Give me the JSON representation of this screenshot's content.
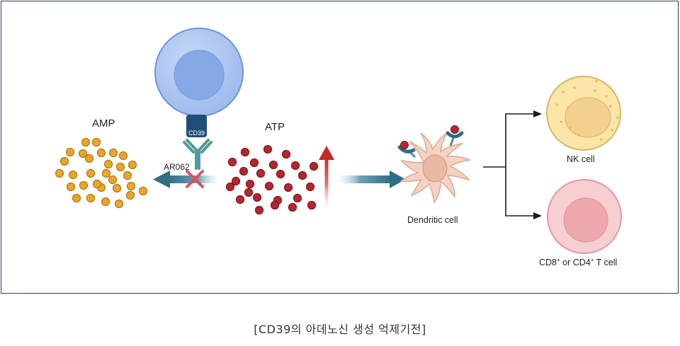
{
  "labels": {
    "amp": "AMP",
    "atp": "ATP",
    "cd39": "CD39",
    "ar062": "AR062",
    "dendritic_cell": "Dendritic cell",
    "nk_cell": "NK cell",
    "t_cell_cd8": "CD8",
    "t_cell_plus1": "+",
    "t_cell_or": " or CD4",
    "t_cell_plus2": "+",
    "t_cell_tail": " T cell"
  },
  "caption": "[CD39의 아데노신 생성 억제기전]",
  "colors": {
    "frame_border": "#2b3f5c",
    "amp_dot": "#e8a72a",
    "atp_dot": "#b5272f",
    "cd39_cell": "#a9c4f0",
    "cd39_stalk": "#1f4e79",
    "antibody": "#4f9a9a",
    "inhibit_cross": "#d8545a",
    "dendritic_cell": "#f6d2c2",
    "nk_cell": "#fbe6a8",
    "t_cell": "#f4b8bc",
    "atp_increase_arrow": "#c62828",
    "flow_arrow": "#2f6e85"
  },
  "icons": [
    "cd39-expressing-cell",
    "anti-cd39-antibody",
    "inhibition-cross-icon",
    "atp-increase-arrow-icon",
    "dendritic-cell",
    "nk-cell",
    "t-cell"
  ]
}
